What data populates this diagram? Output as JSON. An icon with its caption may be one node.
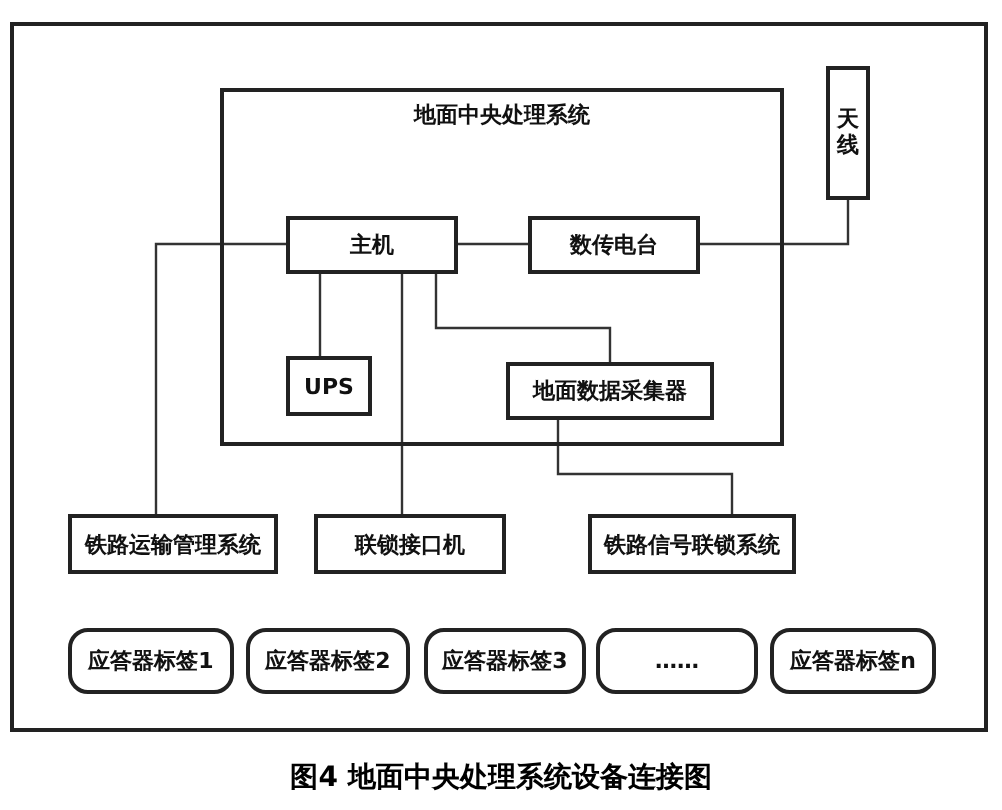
{
  "diagram": {
    "caption": "图4 地面中央处理系统设备连接图",
    "nodes": [
      {
        "text": [
          "地面中央处理系统"
        ]
      },
      {
        "text": [
          "天线"
        ]
      },
      {
        "text": [
          "主机"
        ],
        "in": 0
      },
      {
        "text": [
          "数传电台"
        ],
        "in": 0
      },
      {
        "text": [
          "UPS"
        ],
        "in": 0
      },
      {
        "text": [
          "地面数据采集器"
        ],
        "in": 0
      },
      {
        "text": [
          "铁路运输管理系统"
        ]
      },
      {
        "text": [
          "联锁接口机"
        ]
      },
      {
        "text": [
          "铁路信号联锁系统"
        ]
      },
      {
        "text": [
          "应答器标签1"
        ]
      },
      {
        "text": [
          "应答器标签2"
        ]
      },
      {
        "text": [
          "应答器标签3"
        ]
      },
      {
        "text": [
          "……"
        ]
      },
      {
        "text": [
          "应答器标签n"
        ]
      }
    ],
    "edges": [
      {
        "from": 2,
        "to": 6,
        "arrow": "none"
      },
      {
        "from": 2,
        "to": 3,
        "arrow": "none"
      },
      {
        "from": 3,
        "to": 1,
        "arrow": "none"
      },
      {
        "from": 2,
        "to": 4,
        "arrow": "none"
      },
      {
        "from": 2,
        "to": 7,
        "arrow": "none"
      },
      {
        "from": 2,
        "to": 5,
        "arrow": "none"
      },
      {
        "from": 5,
        "to": 8,
        "arrow": "none"
      }
    ]
  }
}
